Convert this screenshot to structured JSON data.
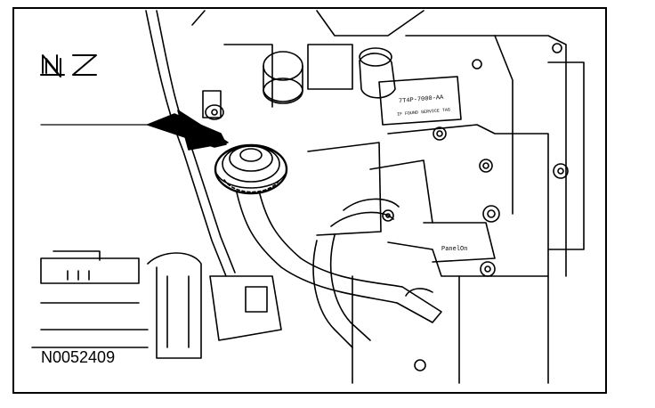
{
  "figure": {
    "id_label": "N0052409",
    "part_tag_1": "7T4P-7000-AA",
    "part_tag_2": "IF FOUND SERVICE TAG",
    "part_tag_3": "PanelOn"
  },
  "colors": {
    "line": "#000000",
    "background": "#ffffff"
  },
  "callouts": [
    {
      "icon": "arrow-icon",
      "target": "fill-cap"
    }
  ]
}
